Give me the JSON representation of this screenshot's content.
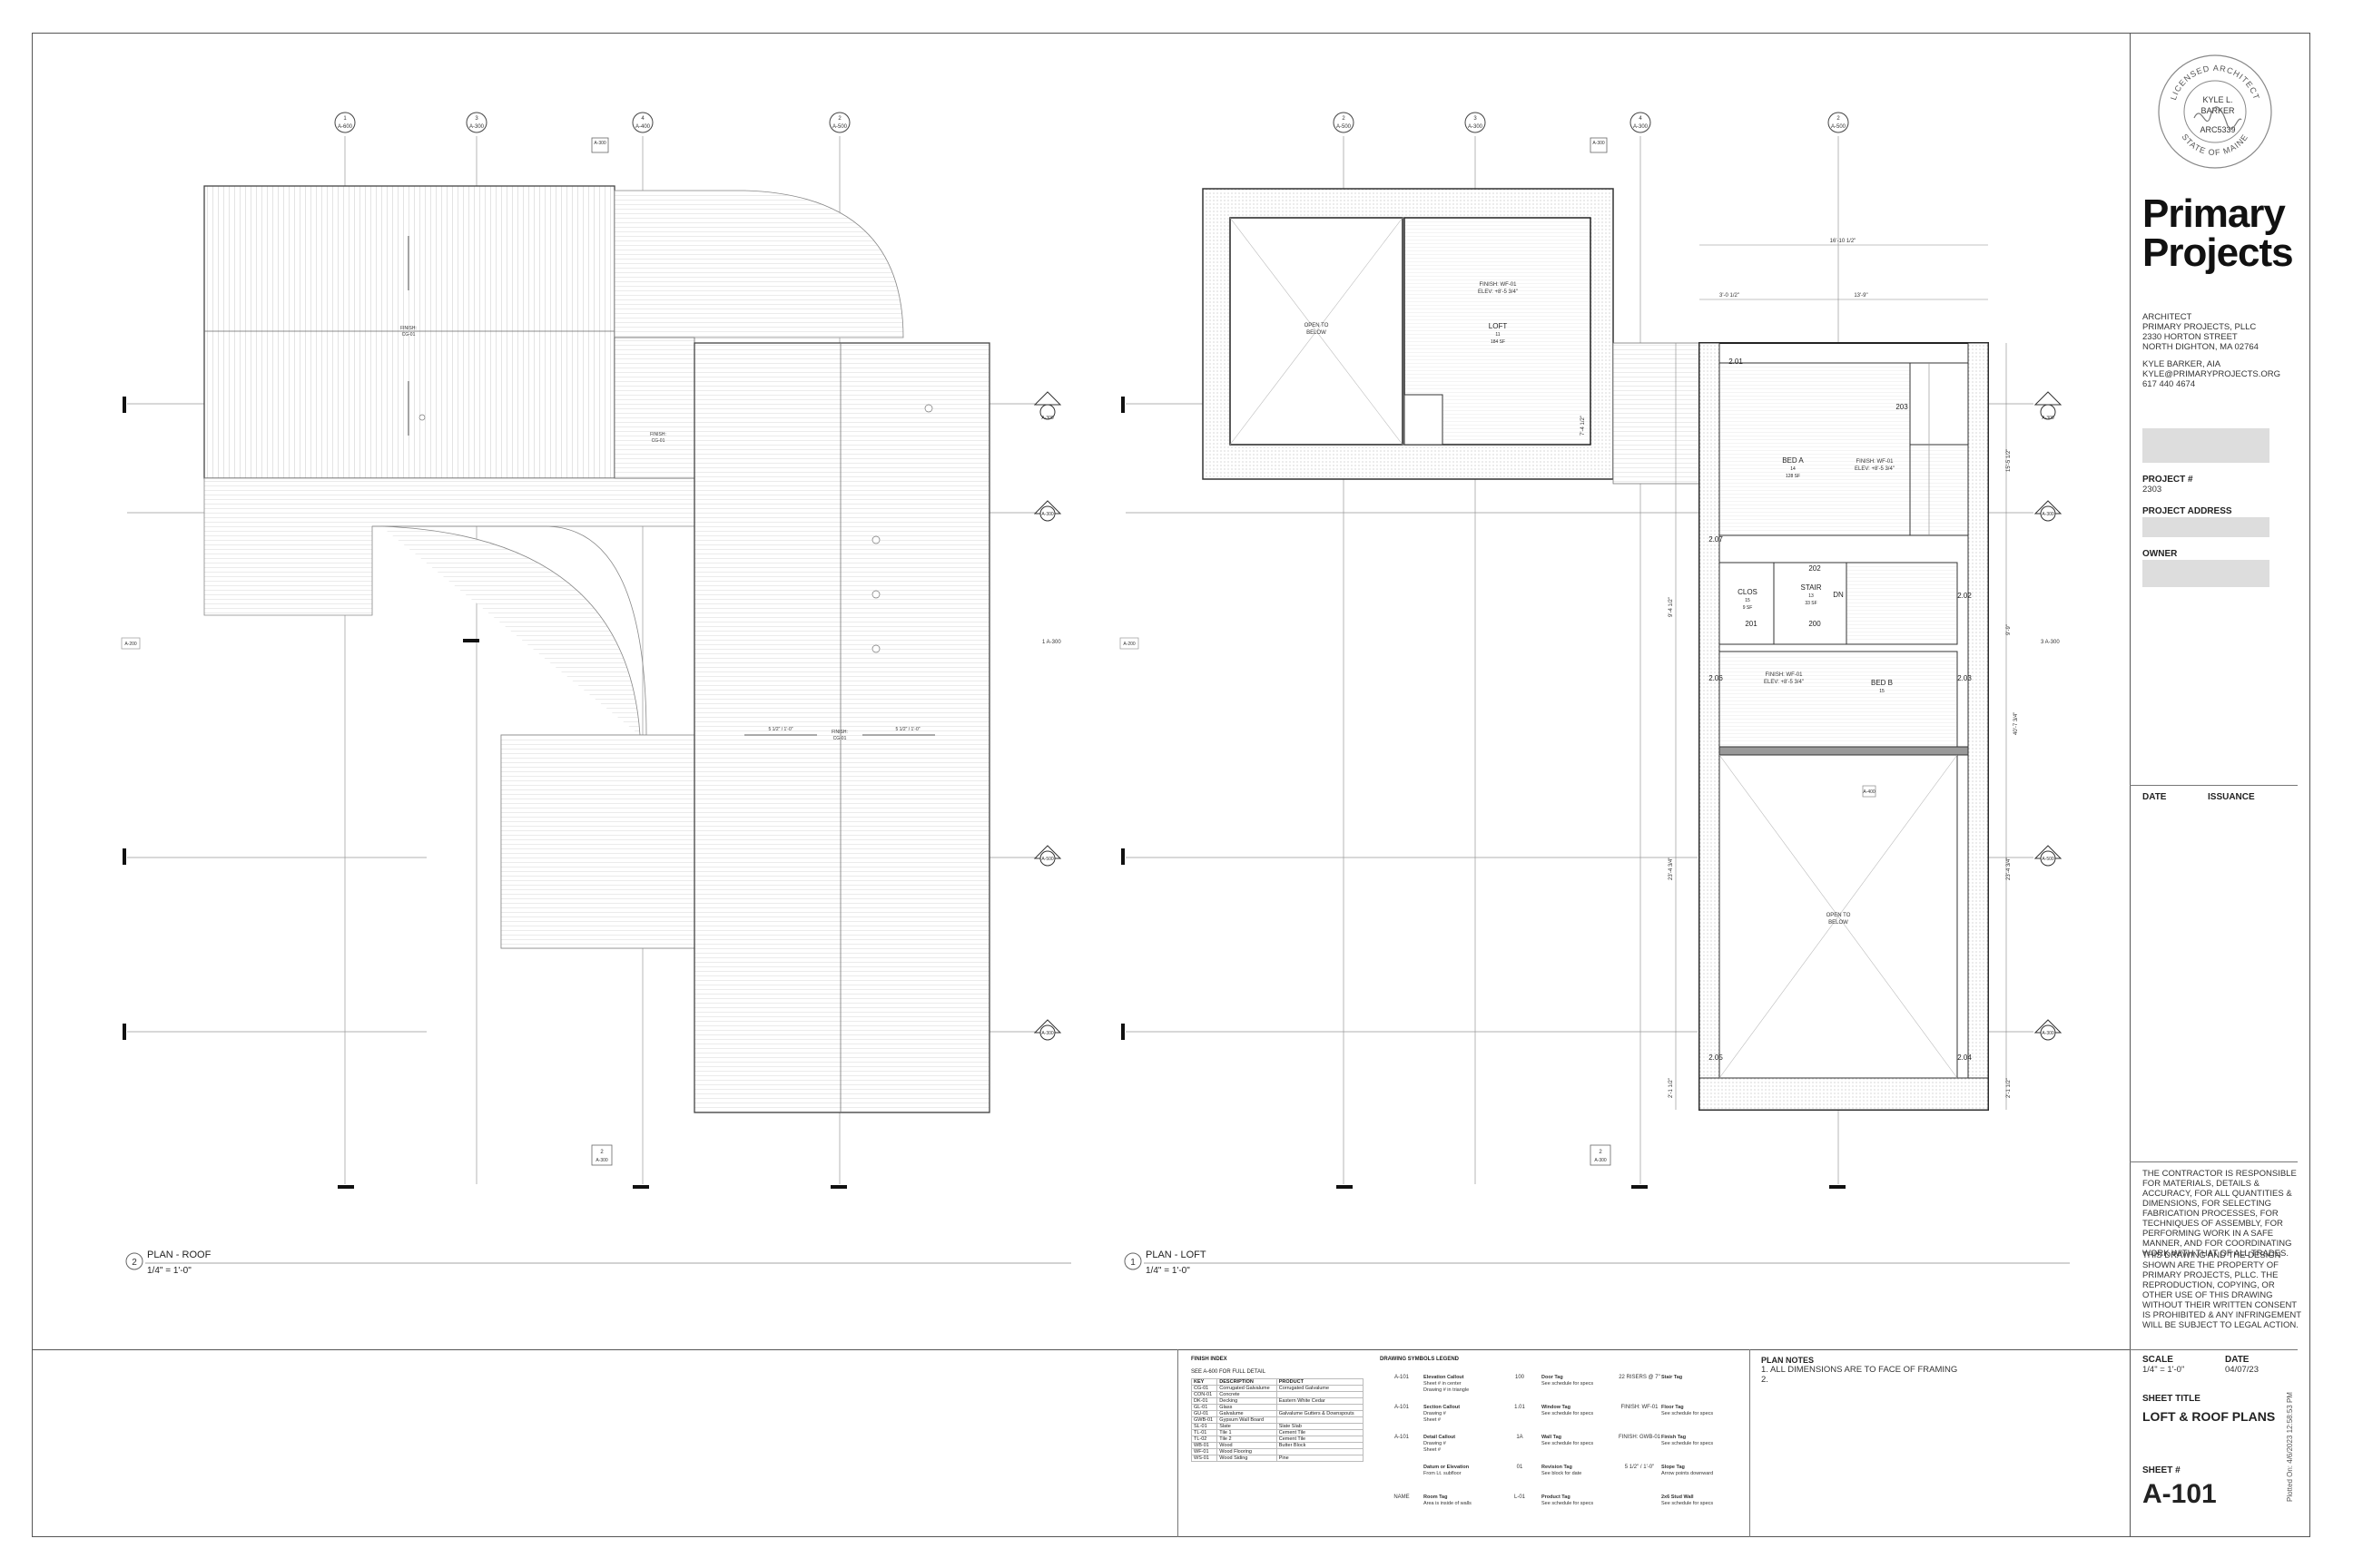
{
  "seal": {
    "ring_top": "LICENSED ARCHITECT",
    "ring_bottom": "STATE OF MAINE",
    "name_line1": "KYLE L.",
    "name_line2": "BARKER",
    "license": "ARC5339"
  },
  "firm": {
    "name_line1": "Primary",
    "name_line2": "Projects",
    "architect_label": "ARCHITECT",
    "company": "PRIMARY PROJECTS, PLLC",
    "street": "2330 HORTON STREET",
    "city": "NORTH DIGHTON, MA 02764",
    "principal": "KYLE BARKER, AIA",
    "email": "KYLE@PRIMARYPROJECTS.ORG",
    "phone": "617 440 4674"
  },
  "project": {
    "number_label": "PROJECT #",
    "number": "2303",
    "address_label": "PROJECT ADDRESS",
    "owner_label": "OWNER"
  },
  "issuance": {
    "date_label": "DATE",
    "issuance_label": "ISSUANCE"
  },
  "notes": {
    "contractor": "THE CONTRACTOR IS RESPONSIBLE FOR MATERIALS, DETAILS & ACCURACY, FOR ALL QUANTITIES & DIMENSIONS, FOR SELECTING FABRICATION PROCESSES, FOR TECHNIQUES OF ASSEMBLY, FOR PERFORMING WORK IN A SAFE MANNER, AND FOR COORDINATING WORK WITH THAT OF ALL TRADES.",
    "copyright": "THIS DRAWING AND THE DESIGN SHOWN ARE THE PROPERTY OF PRIMARY PROJECTS, PLLC. THE REPRODUCTION, COPYING, OR OTHER USE OF THIS DRAWING WITHOUT THEIR WRITTEN CONSENT IS PROHIBITED & ANY INFRINGEMENT WILL BE SUBJECT TO LEGAL ACTION."
  },
  "sheet": {
    "scale_label": "SCALE",
    "scale": "1/4\" = 1'-0\"",
    "date_label": "DATE",
    "date": "04/07/23",
    "title_label": "SHEET TITLE",
    "title": "LOFT & ROOF PLANS",
    "number_label": "SHEET #",
    "number": "A-101",
    "plotted": "Plotted On: 4/6/2023 12:58:53 PM"
  },
  "views": {
    "roof": {
      "num": "2",
      "title": "PLAN - ROOF",
      "scale": "1/4\" = 1'-0\""
    },
    "loft": {
      "num": "1",
      "title": "PLAN - LOFT",
      "scale": "1/4\" = 1'-0\""
    }
  },
  "plan_notes": {
    "title": "PLAN NOTES",
    "items": [
      "1.   ALL DIMENSIONS ARE TO FACE OF FRAMING",
      "2."
    ]
  },
  "finish_index": {
    "title": "FINISH INDEX",
    "subtitle": "SEE A-600 FOR FULL DETAIL",
    "headers": [
      "KEY",
      "DESCRIPTION",
      "PRODUCT"
    ],
    "rows": [
      [
        "CG-01",
        "Corrugated Galvalume",
        "Corrugated Galvalume"
      ],
      [
        "CON-01",
        "Concrete",
        ""
      ],
      [
        "DK-01",
        "Decking",
        "Eastern White Cedar"
      ],
      [
        "GL-01",
        "Glass",
        ""
      ],
      [
        "GU-01",
        "Galvalume",
        "Galvalume Gutters & Downspouts"
      ],
      [
        "GWB-01",
        "Gypsum Wall Board",
        ""
      ],
      [
        "SL-01",
        "Slate",
        "Slate Slab"
      ],
      [
        "TL-01",
        "Tile 1",
        "Cement Tile"
      ],
      [
        "TL-02",
        "Tile 2",
        "Cement Tile"
      ],
      [
        "WB-01",
        "Wood",
        "Butter Block"
      ],
      [
        "WF-01",
        "Wood Flooring",
        ""
      ],
      [
        "WS-01",
        "Wood Siding",
        "Pine"
      ]
    ]
  },
  "symbols_legend": {
    "title": "DRAWING SYMBOLS LEGEND",
    "items": [
      {
        "sym": "A-101",
        "name": "Elevation Callout",
        "desc": "Sheet # in center\nDrawing # in triangle"
      },
      {
        "sym": "A-101",
        "name": "Section Callout",
        "desc": "Drawing #\nSheet #"
      },
      {
        "sym": "A-101",
        "name": "Detail Callout",
        "desc": "Drawing #\nSheet #"
      },
      {
        "sym": "",
        "name": "Datum or Elevation",
        "desc": "From Lt. subfloor"
      },
      {
        "sym": "NAME",
        "name": "Room Tag",
        "desc": "Area is inside of walls"
      }
    ],
    "tags": [
      {
        "sym": "100",
        "name": "Door Tag",
        "desc": "See schedule for specs"
      },
      {
        "sym": "1.01",
        "name": "Window Tag",
        "desc": "See schedule for specs"
      },
      {
        "sym": "1A",
        "name": "Wall Tag",
        "desc": "See schedule for specs"
      },
      {
        "sym": "01",
        "name": "Revision Tag",
        "desc": "See block for date"
      },
      {
        "sym": "L-01",
        "name": "Product Tag",
        "desc": "See schedule for specs"
      }
    ],
    "tags2": [
      {
        "sym": "22 RISERS @ 7\"",
        "name": "Stair Tag",
        "desc": ""
      },
      {
        "sym": "FINISH: WF-01",
        "name": "Floor Tag",
        "desc": "See schedule for specs"
      },
      {
        "sym": "FINISH: GWB-01",
        "name": "Finish Tag",
        "desc": "See schedule for specs"
      },
      {
        "sym": "5 1/2\" / 1'-0\"",
        "name": "Slope Tag",
        "desc": "Arrow points downward"
      },
      {
        "sym": "",
        "name": "2x6 Stud Wall",
        "desc": "See schedule for specs"
      }
    ]
  },
  "rooms": [
    {
      "name": "LOFT",
      "num": "11",
      "area": "184 SF"
    },
    {
      "name": "BED A",
      "num": "14",
      "area": "128 SF"
    },
    {
      "name": "STAIR",
      "num": "13",
      "area": "33 SF"
    },
    {
      "name": "CLOS",
      "num": "15",
      "area": "9 SF"
    },
    {
      "name": "BED B",
      "num": "15",
      "area": ""
    }
  ],
  "room_labels": {
    "open_below": "OPEN TO\nBELOW",
    "dn": "DN",
    "loft_finish": "FINISH: WF-01\nELEV: +8'-5 3/4\"",
    "beda_finish": "FINISH: WF-01\nELEV: +8'-5 3/4\"",
    "bedb_finish": "FINISH: WF-01\nELEV: +8'-5 3/4\"",
    "roof_finish_1": "FINISH:\nCG-01",
    "roof_finish_2": "FINISH:\nCG-01",
    "roof_finish_3": "FINISH:\nCG-01",
    "slope_a": "5 1/2\" / 1'-0\"",
    "slope_b": "5 1/2\" / 1'-0\""
  },
  "door_tags": [
    "202",
    "200",
    "201",
    "203"
  ],
  "window_tags": [
    "2.01",
    "2.07",
    "2.06",
    "2.02",
    "2.03",
    "2.05",
    "2.04"
  ],
  "grid_bubbles_roof_top": [
    "1\nA-600",
    "3\nA-300",
    "4\nA-400",
    "2\nA-500"
  ],
  "grid_bubbles_loft_top": [
    "2\nA-500",
    "3\nA-300",
    "4\nA-300",
    "2\nA-500"
  ],
  "section_tags": [
    "A-300",
    "A-300",
    "A-300",
    "A-300",
    "A-300",
    "A-300",
    "A-300",
    "A-300",
    "A-200"
  ],
  "dims_loft": {
    "overall_w": "16'-10 1/2\"",
    "w_a": "3'-0 1/2\"",
    "w_b": "13'-9\"",
    "d1": "15'-5 1/2\"",
    "d2": "9'-9\"",
    "d3": "40'-7 3/4\"",
    "d4": "23'-4 3/4\"",
    "d5": "2'-1 1/2\"",
    "d6": "7'-4 1/2\"",
    "d7": "9'-4 1/2\""
  }
}
